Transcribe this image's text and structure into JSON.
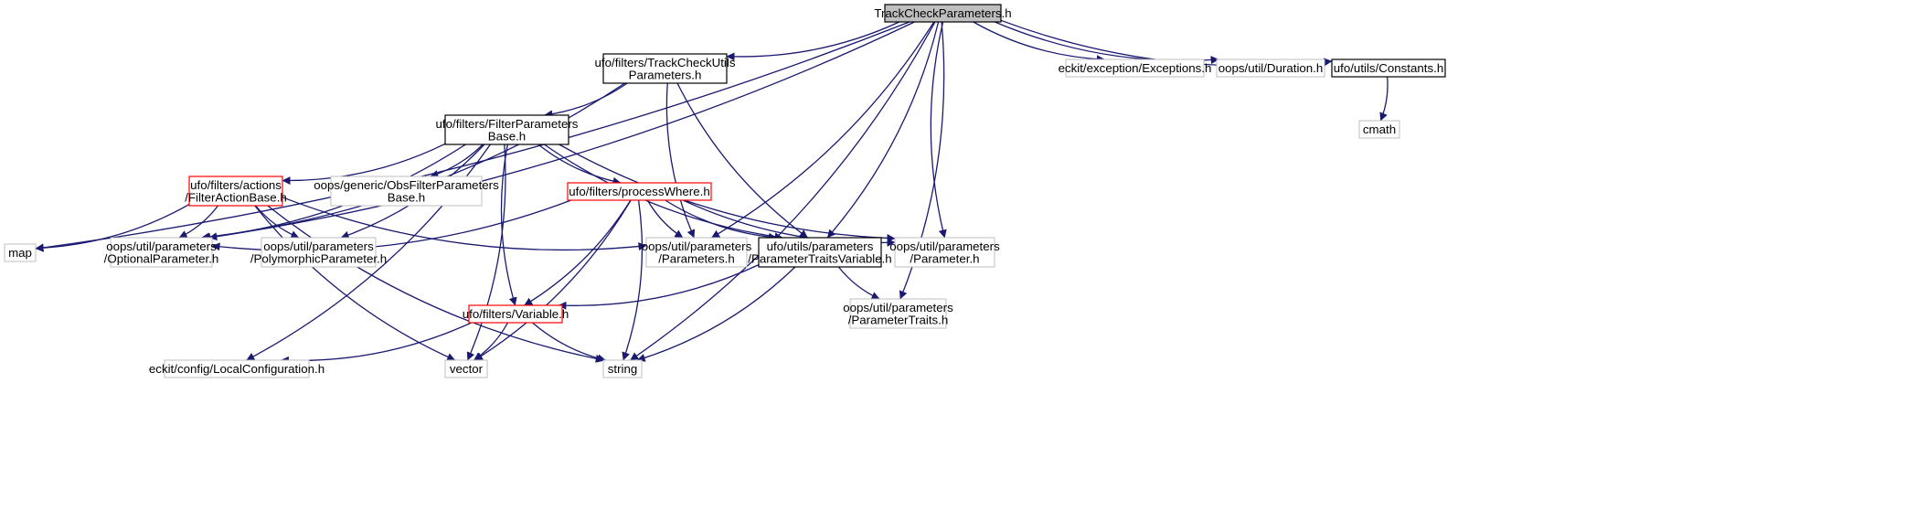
{
  "colors": {
    "edge": "#191970",
    "border_black": "#000000",
    "border_red": "#ff0000",
    "border_gray": "#bfbfbf",
    "root_fill": "#bfbfbf",
    "fill": "#ffffff"
  },
  "nodes": {
    "root": {
      "lines": [
        "TrackCheckParameters.h"
      ],
      "style": "root"
    },
    "tcu": {
      "lines": [
        "ufo/filters/TrackCheckUtils",
        "Parameters.h"
      ],
      "style": "black"
    },
    "exc": {
      "lines": [
        "eckit/exception/Exceptions.h"
      ],
      "style": "gray"
    },
    "dur": {
      "lines": [
        "oops/util/Duration.h"
      ],
      "style": "gray"
    },
    "const": {
      "lines": [
        "ufo/utils/Constants.h"
      ],
      "style": "black"
    },
    "cmath": {
      "lines": [
        "cmath"
      ],
      "style": "gray"
    },
    "fpb": {
      "lines": [
        "ufo/filters/FilterParameters",
        "Base.h"
      ],
      "style": "black"
    },
    "fab": {
      "lines": [
        "ufo/filters/actions",
        "/FilterActionBase.h"
      ],
      "style": "red"
    },
    "ofpb": {
      "lines": [
        "oops/generic/ObsFilterParameters",
        "Base.h"
      ],
      "style": "gray"
    },
    "pw": {
      "lines": [
        "ufo/filters/processWhere.h"
      ],
      "style": "red"
    },
    "map": {
      "lines": [
        "map"
      ],
      "style": "gray"
    },
    "opt": {
      "lines": [
        "oops/util/parameters",
        "/OptionalParameter.h"
      ],
      "style": "gray"
    },
    "poly": {
      "lines": [
        "oops/util/parameters",
        "/PolymorphicParameter.h"
      ],
      "style": "gray"
    },
    "params": {
      "lines": [
        "oops/util/parameters",
        "/Parameters.h"
      ],
      "style": "gray"
    },
    "ptv": {
      "lines": [
        "ufo/utils/parameters",
        "/ParameterTraitsVariable.h"
      ],
      "style": "black"
    },
    "param": {
      "lines": [
        "oops/util/parameters",
        "/Parameter.h"
      ],
      "style": "gray"
    },
    "var": {
      "lines": [
        "ufo/filters/Variable.h"
      ],
      "style": "red"
    },
    "pt": {
      "lines": [
        "oops/util/parameters",
        "/ParameterTraits.h"
      ],
      "style": "gray"
    },
    "lc": {
      "lines": [
        "eckit/config/LocalConfiguration.h"
      ],
      "style": "gray"
    },
    "vector": {
      "lines": [
        "vector"
      ],
      "style": "gray"
    },
    "string": {
      "lines": [
        "string"
      ],
      "style": "gray"
    }
  },
  "edges": [
    [
      "root",
      "tcu"
    ],
    [
      "root",
      "exc"
    ],
    [
      "root",
      "dur"
    ],
    [
      "root",
      "const"
    ],
    [
      "root",
      "map"
    ],
    [
      "root",
      "opt"
    ],
    [
      "root",
      "params"
    ],
    [
      "root",
      "ptv"
    ],
    [
      "root",
      "param"
    ],
    [
      "root",
      "pt"
    ],
    [
      "root",
      "string"
    ],
    [
      "const",
      "cmath"
    ],
    [
      "tcu",
      "fpb"
    ],
    [
      "tcu",
      "opt"
    ],
    [
      "tcu",
      "params"
    ],
    [
      "tcu",
      "ptv"
    ],
    [
      "fpb",
      "fab"
    ],
    [
      "fpb",
      "ofpb"
    ],
    [
      "fpb",
      "pw"
    ],
    [
      "fpb",
      "opt"
    ],
    [
      "fpb",
      "poly"
    ],
    [
      "fpb",
      "ptv"
    ],
    [
      "fpb",
      "param"
    ],
    [
      "fpb",
      "var"
    ],
    [
      "fpb",
      "vector"
    ],
    [
      "fpb",
      "lc"
    ],
    [
      "fab",
      "map"
    ],
    [
      "fab",
      "opt"
    ],
    [
      "fab",
      "poly"
    ],
    [
      "fab",
      "params"
    ],
    [
      "fab",
      "vector"
    ],
    [
      "fab",
      "string"
    ],
    [
      "pw",
      "opt"
    ],
    [
      "pw",
      "params"
    ],
    [
      "pw",
      "ptv"
    ],
    [
      "pw",
      "param"
    ],
    [
      "pw",
      "var"
    ],
    [
      "pw",
      "vector"
    ],
    [
      "pw",
      "string"
    ],
    [
      "ptv",
      "var"
    ],
    [
      "ptv",
      "pt"
    ],
    [
      "ptv",
      "string"
    ],
    [
      "var",
      "lc"
    ],
    [
      "var",
      "vector"
    ],
    [
      "var",
      "string"
    ]
  ]
}
